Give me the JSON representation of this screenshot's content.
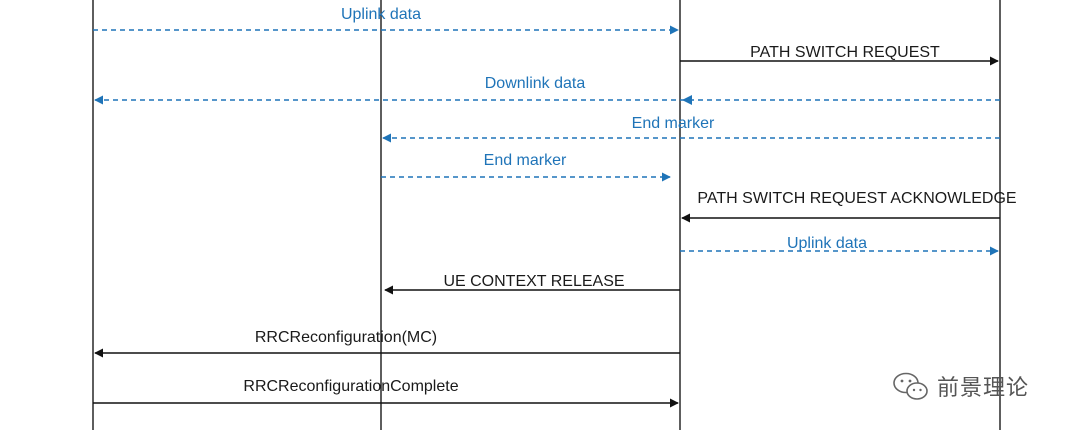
{
  "diagram": {
    "messages": [
      {
        "id": "m1",
        "label": "Uplink data",
        "style": "dashed"
      },
      {
        "id": "m2",
        "label": "PATH SWITCH REQUEST",
        "style": "solid"
      },
      {
        "id": "m3",
        "label": "Downlink data",
        "style": "dashed"
      },
      {
        "id": "m4",
        "label": "End marker",
        "style": "dashed"
      },
      {
        "id": "m5",
        "label": "End marker",
        "style": "dashed"
      },
      {
        "id": "m6",
        "label": "PATH SWITCH REQUEST ACKNOWLEDGE",
        "style": "solid"
      },
      {
        "id": "m7",
        "label": "Uplink data",
        "style": "dashed"
      },
      {
        "id": "m8",
        "label": "UE CONTEXT RELEASE",
        "style": "solid"
      },
      {
        "id": "m9",
        "label": "RRCReconfiguration(MC)",
        "style": "solid"
      },
      {
        "id": "m10",
        "label": "RRCReconfigurationComplete",
        "style": "solid"
      }
    ]
  },
  "watermark": {
    "text": "前景理论",
    "icon": "wechat-icon"
  },
  "colors": {
    "data_blue": "#1f74b8",
    "signal_black": "#111111",
    "lifeline": "#1a1a1a",
    "watermark": "#555555"
  }
}
